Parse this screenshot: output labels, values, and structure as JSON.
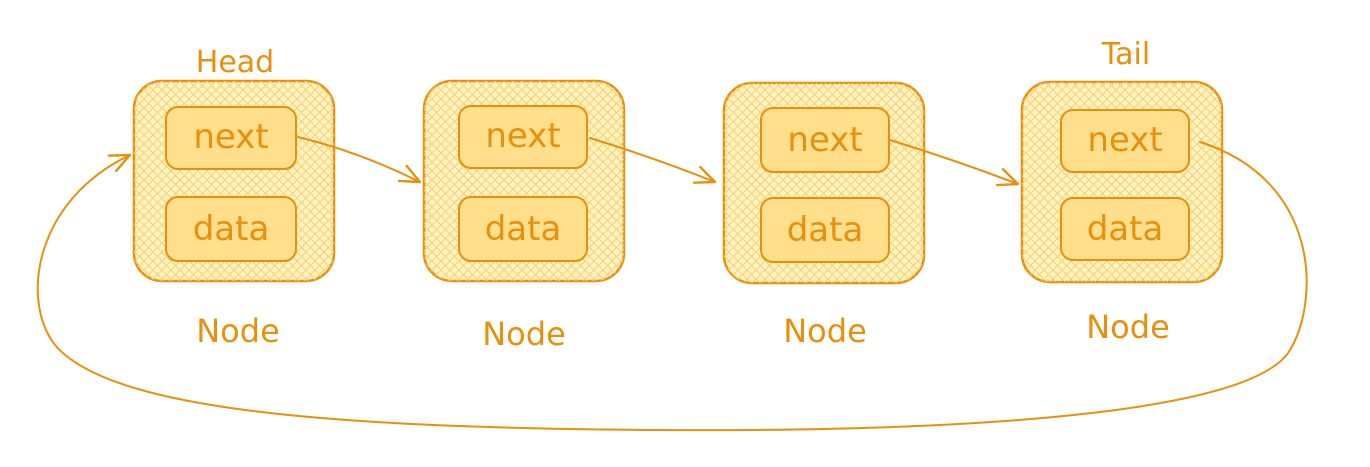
{
  "diagram": {
    "colors": {
      "stroke": "#e8900c",
      "node_fill": "#fff3c4",
      "field_fill": "#ffdf8c",
      "hatch": "#f7cf6e"
    },
    "head_label": "Head",
    "tail_label": "Tail",
    "nodes": [
      {
        "next": "next",
        "data": "data",
        "caption": "Node"
      },
      {
        "next": "next",
        "data": "data",
        "caption": "Node"
      },
      {
        "next": "next",
        "data": "data",
        "caption": "Node"
      },
      {
        "next": "next",
        "data": "data",
        "caption": "Node"
      }
    ]
  }
}
